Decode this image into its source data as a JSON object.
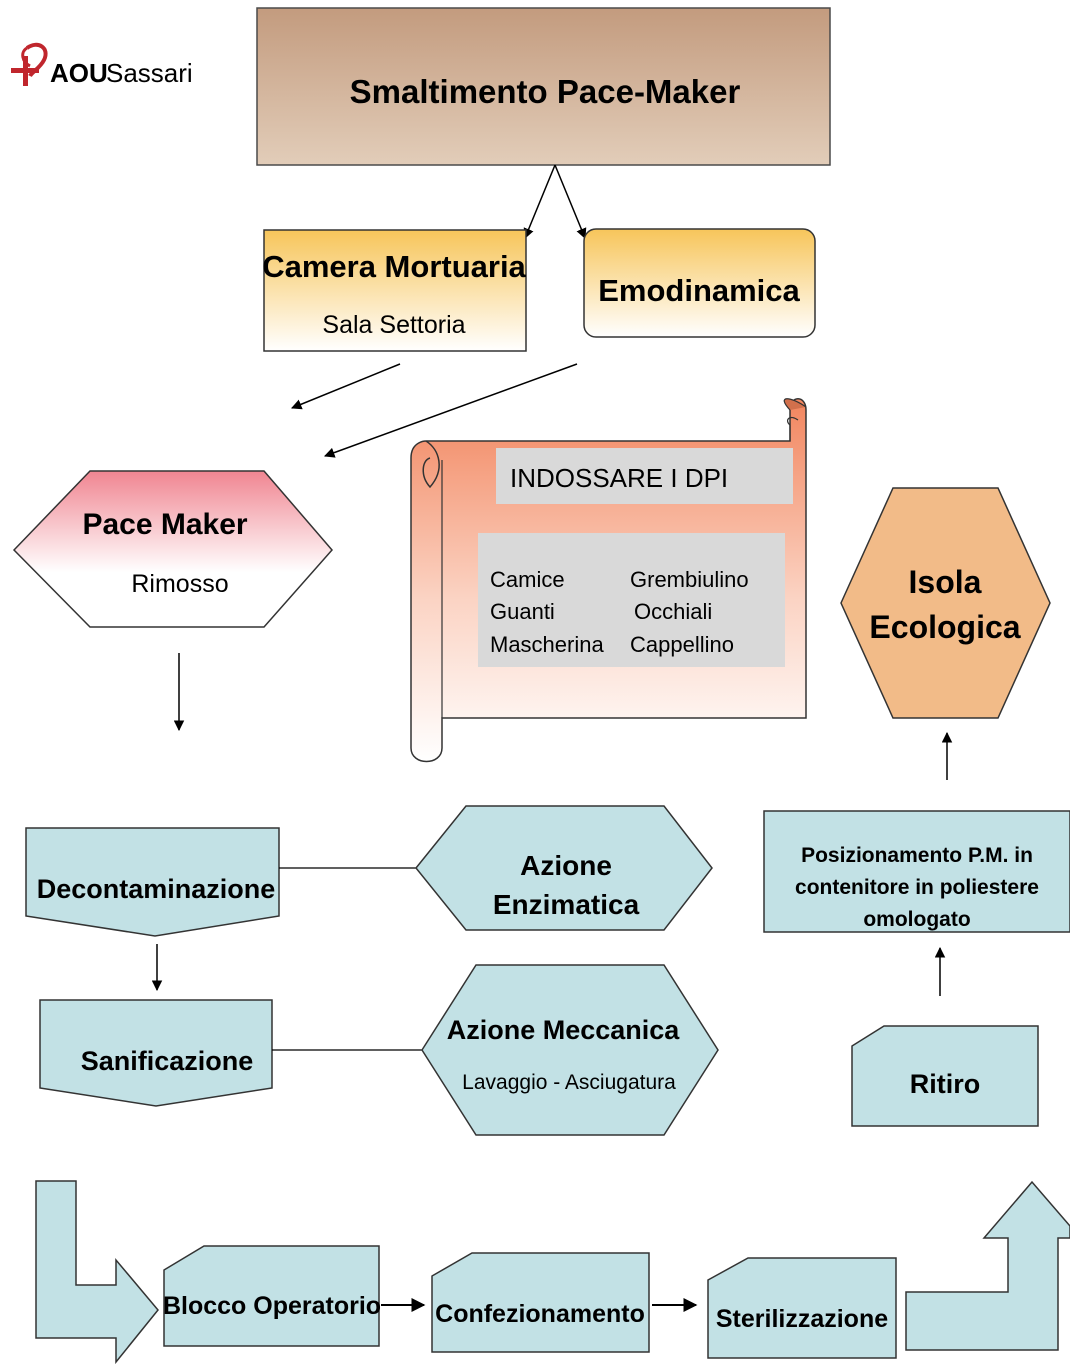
{
  "logo": {
    "text_bold": "AOU",
    "text": "Sassari"
  },
  "title": "Smaltimento  Pace-Maker",
  "sources": {
    "camera": {
      "title": "Camera Mortuaria",
      "subtitle": "Sala Settoria"
    },
    "emodinamica": {
      "title": "Emodinamica"
    }
  },
  "pacemaker": {
    "title": "Pace Maker",
    "subtitle": "Rimosso"
  },
  "dpi": {
    "header": "INDOSSARE I  DPI",
    "col1": [
      "Camice",
      "Guanti",
      "Mascherina"
    ],
    "col2": [
      "Grembiulino",
      "Occhiali",
      "Cappellino"
    ]
  },
  "isola": {
    "line1": "Isola",
    "line2": "Ecologica"
  },
  "steps": {
    "decontaminazione": "Decontaminazione",
    "sanificazione": "Sanificazione",
    "azione_enzimatica_1": "Azione",
    "azione_enzimatica_2": "Enzimatica",
    "azione_meccanica": "Azione Meccanica",
    "azione_meccanica_sub": "Lavaggio - Asciugatura",
    "posizionamento": [
      "Posizionamento P.M.  in",
      "contenitore in poliestere",
      "omologato"
    ],
    "ritiro": "Ritiro",
    "blocco": "Blocco Operatorio",
    "confezionamento": "Confezionamento",
    "sterilizzazione": "Sterilizzazione"
  },
  "colors": {
    "box_blue": "#c2e1e5",
    "title_box_top": "#c8a487",
    "title_box_bottom": "#e0c9b4",
    "orange": "#f2c08f",
    "yellow": "#f8cc67",
    "pink": "#f28f98",
    "scroll": "#f2926f"
  }
}
